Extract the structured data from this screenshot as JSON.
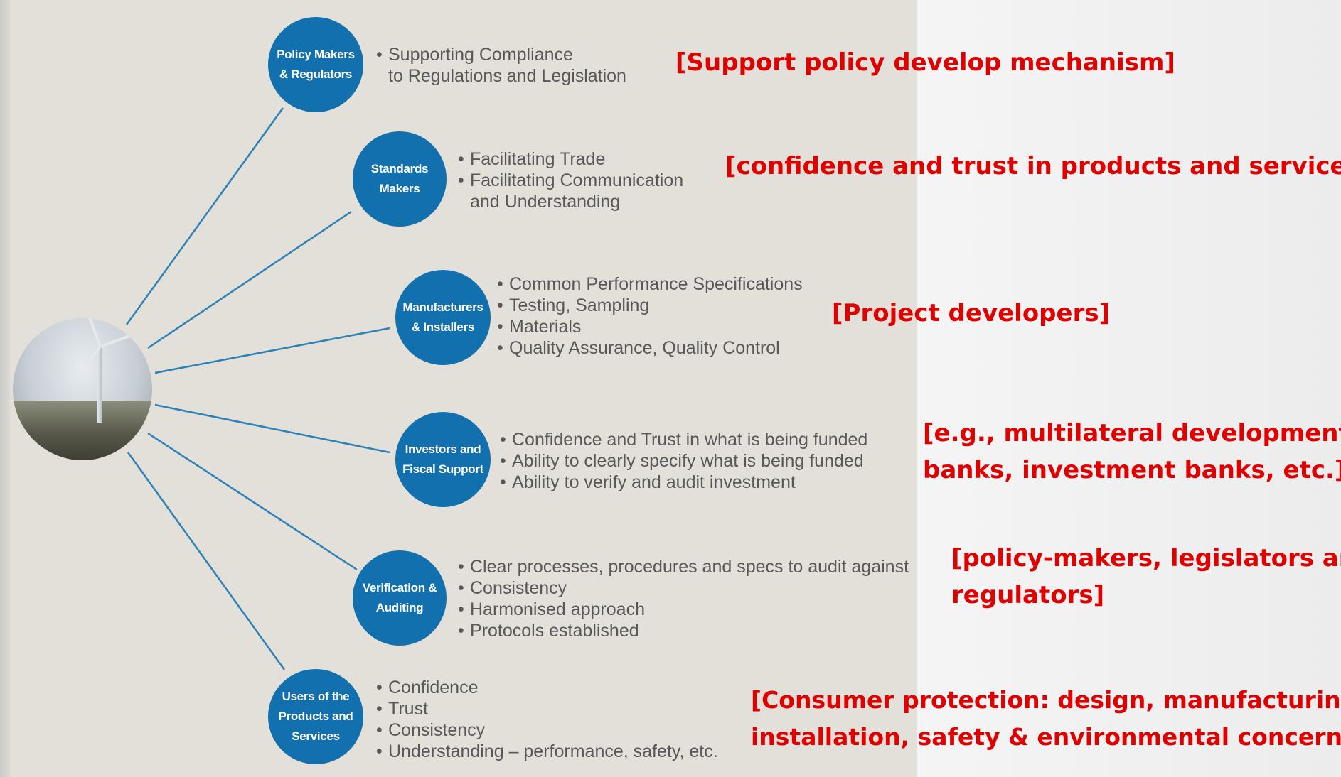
{
  "colors": {
    "node_fill": "#1170ad",
    "line": "#2c82b8",
    "bullet_text": "#585858",
    "note_text": "#e00000",
    "panel": "#e2e0d9"
  },
  "hub": {
    "icon": "wind-turbine-photo"
  },
  "stakeholders": [
    {
      "label": "Policy Makers\n& Regulators",
      "bullets": [
        [
          "Supporting Compliance",
          "to Regulations and Legislation"
        ]
      ],
      "note": [
        "[Support policy develop mechanism]"
      ]
    },
    {
      "label": "Standards\nMakers",
      "bullets": [
        [
          "Facilitating Trade"
        ],
        [
          "Facilitating Communication",
          "and Understanding"
        ]
      ],
      "note": [
        "[confidence and trust in products and services]"
      ]
    },
    {
      "label": "Manufacturers\n& Installers",
      "bullets": [
        [
          "Common Performance Specifications"
        ],
        [
          "Testing, Sampling"
        ],
        [
          "Materials"
        ],
        [
          "Quality Assurance, Quality Control"
        ]
      ],
      "note": [
        "[Project developers]"
      ]
    },
    {
      "label": "Investors and\nFiscal Support",
      "bullets": [
        [
          "Confidence and Trust in what is being funded"
        ],
        [
          "Ability to clearly specify what is being funded"
        ],
        [
          "Ability to verify and audit investment"
        ]
      ],
      "note": [
        "[e.g., multilateral development",
        "banks, investment banks, etc.]"
      ]
    },
    {
      "label": "Verification &\nAuditing",
      "bullets": [
        [
          "Clear processes, procedures and specs to audit against"
        ],
        [
          "Consistency"
        ],
        [
          "Harmonised approach"
        ],
        [
          "Protocols established"
        ]
      ],
      "note": [
        "[policy-makers, legislators and",
        "regulators]"
      ]
    },
    {
      "label": "Users of the\nProducts and\nServices",
      "bullets": [
        [
          "Confidence"
        ],
        [
          "Trust"
        ],
        [
          "Consistency"
        ],
        [
          "Understanding – performance, safety, etc."
        ]
      ],
      "note": [
        "[Consumer protection: design, manufacturing,",
        "installation, safety & environmental concerns]"
      ]
    }
  ]
}
